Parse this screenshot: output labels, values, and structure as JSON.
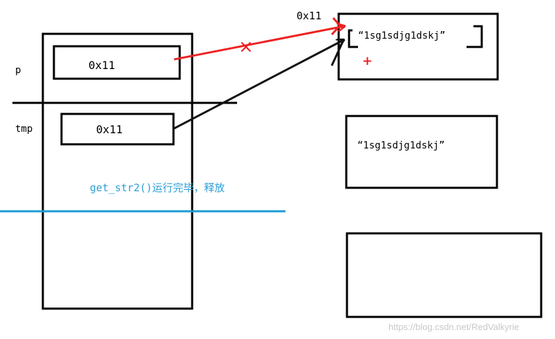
{
  "labels": {
    "p_label": "p",
    "tmp_label": "tmp",
    "p_value": "0x11",
    "tmp_value": "0x11",
    "heap_address": "0x11",
    "heap_string_top": "“1sg1sdjg1dskj”",
    "heap_string_middle": "“1sg1sdjg1dskj”",
    "release_note": "get_str2()运行完毕，释放",
    "invalid_mark": "×",
    "plus_mark": "+",
    "watermark": "https://blog.csdn.net/RedValkyrie"
  },
  "colors": {
    "outline": "#000000",
    "release_line": "#1e9ad6",
    "release_text": "#2a9fd8",
    "invalid_pointer": "#ee2222",
    "valid_pointer": "#111111",
    "watermark": "#c8c8c8"
  }
}
